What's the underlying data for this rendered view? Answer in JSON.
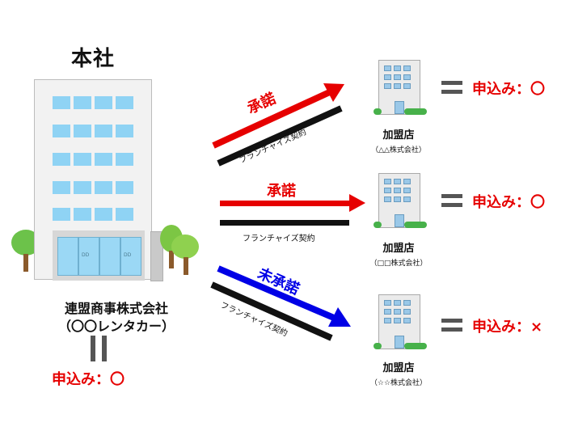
{
  "headquarters": {
    "title": "本社",
    "company_name": "連盟商事株式会社",
    "company_alias": "（〇〇レンタカー）",
    "status": "申込み：〇",
    "lobby_door_mark": "DD"
  },
  "connections": [
    {
      "approval": "承諾",
      "contract": "フランチャイズ契約",
      "approval_color": "#e60000",
      "arrow_color": "#e60000"
    },
    {
      "approval": "承諾",
      "contract": "フランチャイズ契約",
      "approval_color": "#e60000",
      "arrow_color": "#e60000"
    },
    {
      "approval": "未承諾",
      "contract": "フランチャイズ契約",
      "approval_color": "#0000e6",
      "arrow_color": "#0000e6"
    }
  ],
  "franchisees": [
    {
      "label": "加盟店",
      "company": "（△△株式会社）",
      "status": "申込み：〇"
    },
    {
      "label": "加盟店",
      "company": "（□□株式会社）",
      "status": "申込み：〇"
    },
    {
      "label": "加盟店",
      "company": "（☆☆株式会社）",
      "status": "申込み：×"
    }
  ]
}
